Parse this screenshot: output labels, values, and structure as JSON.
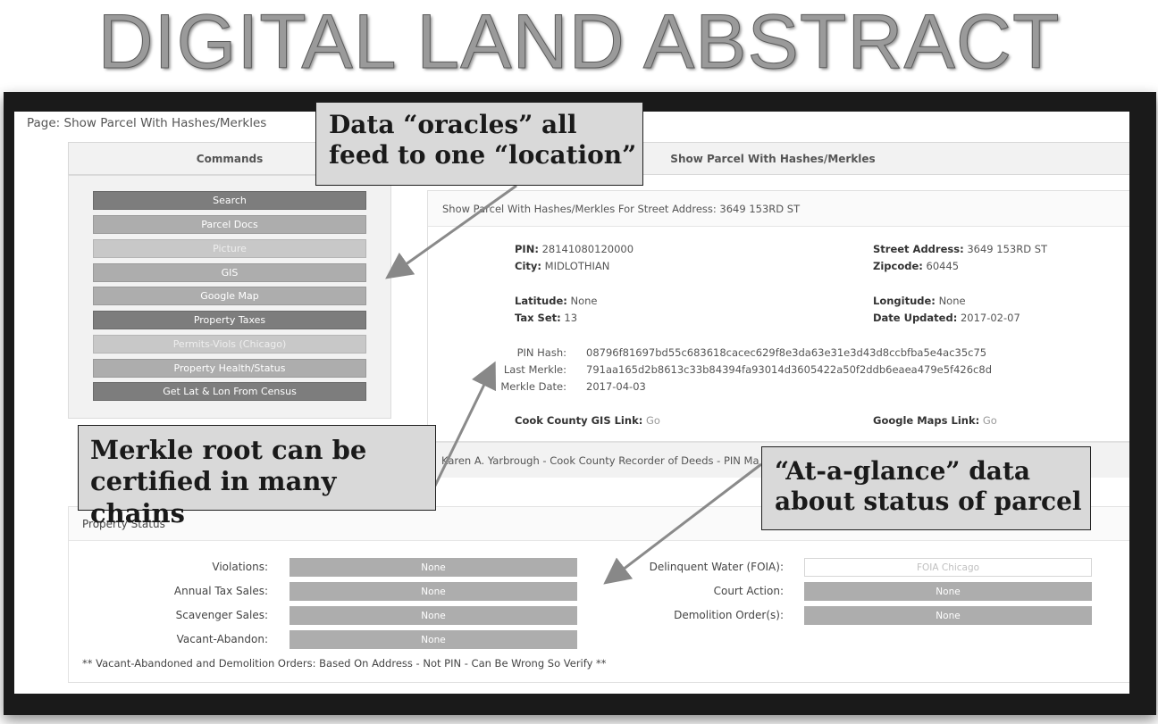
{
  "title": "DIGITAL LAND ABSTRACT",
  "page_label": "Page: Show Parcel With Hashes/Merkles",
  "commands": {
    "heading": "Commands",
    "buttons": [
      {
        "label": "Search",
        "tone": "dark"
      },
      {
        "label": "Parcel Docs",
        "tone": "mid"
      },
      {
        "label": "Picture",
        "tone": "light"
      },
      {
        "label": "GIS",
        "tone": "mid"
      },
      {
        "label": "Google Map",
        "tone": "mid"
      },
      {
        "label": "Property Taxes",
        "tone": "dark"
      },
      {
        "label": "Permits-Viols (Chicago)",
        "tone": "light"
      },
      {
        "label": "Property Health/Status",
        "tone": "mid"
      },
      {
        "label": "Get Lat & Lon From Census",
        "tone": "dark"
      }
    ]
  },
  "detail": {
    "heading": "Show Parcel With Hashes/Merkles",
    "subheading": "Show Parcel With Hashes/Merkles For Street Address: 3649 153RD ST",
    "pin_label": "PIN:",
    "pin": "28141080120000",
    "city_label": "City:",
    "city": "MIDLOTHIAN",
    "street_label": "Street Address:",
    "street": "3649 153RD ST",
    "zip_label": "Zipcode:",
    "zip": "60445",
    "lat_label": "Latitude:",
    "lat": "None",
    "lon_label": "Longitude:",
    "lon": "None",
    "taxset_label": "Tax Set:",
    "taxset": "13",
    "updated_label": "Date Updated:",
    "updated": "2017-02-07",
    "pin_hash_label": "PIN Hash:",
    "pin_hash": "08796f81697bd55c683618cacec629f8e3da63e31e3d43d8ccbfba5e4ac35c75",
    "merkle_label": "Last Merkle:",
    "merkle": "791aa165d2b8613c33b84394fa93014d3605422a50f2ddb6eaea479e5f426c8d",
    "merkle_date_label": "Merkle Date:",
    "merkle_date": "2017-04-03",
    "gis_link_label": "Cook County GIS Link:",
    "gis_link": "Go",
    "maps_link_label": "Google Maps Link:",
    "maps_link": "Go",
    "footer": "Karen A. Yarbrough - Cook County Recorder of Deeds - PIN Ma"
  },
  "status": {
    "heading": "Property Status",
    "left": [
      {
        "label": "Violations:",
        "value": "None"
      },
      {
        "label": "Annual Tax Sales:",
        "value": "None"
      },
      {
        "label": "Scavenger Sales:",
        "value": "None"
      },
      {
        "label": "Vacant-Abandon:",
        "value": "None"
      }
    ],
    "right": [
      {
        "label": "Delinquent Water (FOIA):",
        "value": "FOIA Chicago",
        "style": "outline"
      },
      {
        "label": "Court Action:",
        "value": "None"
      },
      {
        "label": "Demolition Order(s):",
        "value": "None"
      }
    ],
    "note": "** Vacant-Abandoned and Demolition Orders: Based On Address - Not PIN - Can Be Wrong So Verify **"
  },
  "callouts": {
    "oracles": [
      "Data “oracles” all",
      "feed to one “location”"
    ],
    "merkle": [
      "Merkle root can be",
      "certified in many chains"
    ],
    "glance": [
      "“At-a-glance” data",
      "about status of parcel"
    ]
  }
}
